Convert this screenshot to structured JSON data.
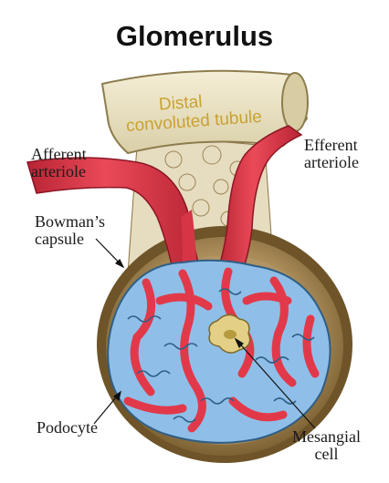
{
  "title": "Glomerulus",
  "tubule": {
    "line1": "Distal",
    "line2": "convoluted tubule"
  },
  "labels": {
    "afferent": {
      "line1": "Afferent",
      "line2": "arteriole"
    },
    "efferent": {
      "line1": "Efferent",
      "line2": "arteriole"
    },
    "bowman": {
      "line1": "Bowman’s",
      "line2": "capsule"
    },
    "podocyte": "Podocyte",
    "mesangial": {
      "line1": "Mesangial",
      "line2": "cell"
    }
  },
  "colors": {
    "capsule_outer": "#8f7444",
    "capsule_wall": "#c6ad7d",
    "capsule_cavity": "#b99c6a",
    "tubule": "#ebe3c3",
    "tubule_text": "#c9a233",
    "vessel": "#e2394a",
    "vessel_dark": "#9e1e2c",
    "podocyte": "#8fbfe8",
    "podocyte_dark": "#2e5f86",
    "mesangial": "#e3cf86"
  }
}
